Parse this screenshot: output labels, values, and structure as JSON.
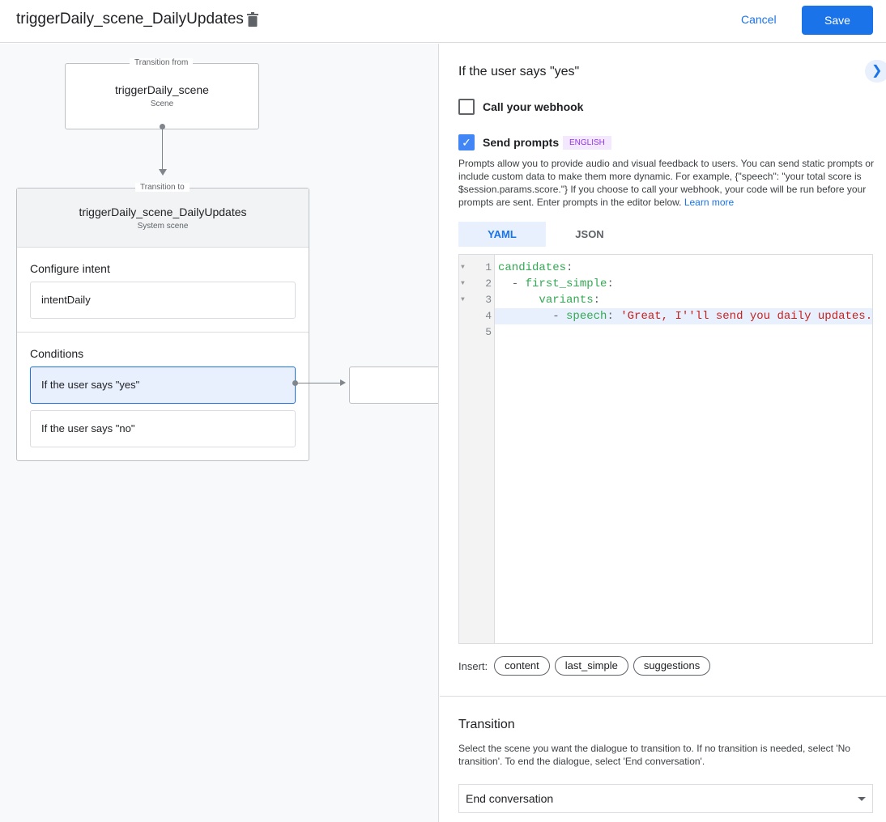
{
  "header": {
    "title": "triggerDaily_scene_DailyUpdates",
    "cancel": "Cancel",
    "save": "Save"
  },
  "graph": {
    "from_label": "Transition from",
    "from_name": "triggerDaily_scene",
    "from_type": "Scene",
    "to_label": "Transition to",
    "to_name": "triggerDaily_scene_DailyUpdates",
    "to_type": "System scene",
    "intent_heading": "Configure intent",
    "intent": "intentDaily",
    "conditions_heading": "Conditions",
    "conditions": [
      "If the user says \"yes\"",
      "If the user says \"no\""
    ]
  },
  "panel": {
    "title": "If the user says \"yes\"",
    "webhook_label": "Call your webhook",
    "webhook_checked": false,
    "prompts_label": "Send prompts",
    "prompts_checked": true,
    "lang_badge": "ENGLISH",
    "description": "Prompts allow you to provide audio and visual feedback to users. You can send static prompts or include custom data to make them more dynamic. For example, {\"speech\": \"your total score is $session.params.score.\"} If you choose to call your webhook, your code will be run before your prompts are sent. Enter prompts in the editor below.",
    "learn_more": "Learn more",
    "tabs": [
      "YAML",
      "JSON"
    ],
    "active_tab": "YAML",
    "code": [
      {
        "n": "1",
        "indent": "",
        "key": "candidates",
        "sep": ":",
        "val": ""
      },
      {
        "n": "2",
        "indent": "  - ",
        "key": "first_simple",
        "sep": ":",
        "val": ""
      },
      {
        "n": "3",
        "indent": "      ",
        "key": "variants",
        "sep": ":",
        "val": ""
      },
      {
        "n": "4",
        "indent": "        - ",
        "key": "speech",
        "sep": ": ",
        "val": "'Great, I''ll send you daily updates."
      },
      {
        "n": "5",
        "indent": "",
        "key": "",
        "sep": "",
        "val": ""
      }
    ],
    "insert_label": "Insert:",
    "insert_chips": [
      "content",
      "last_simple",
      "suggestions"
    ],
    "transition_title": "Transition",
    "transition_desc": "Select the scene you want the dialogue to transition to. If no transition is needed, select 'No transition'. To end the dialogue, select 'End conversation'.",
    "transition_value": "End conversation"
  },
  "colors": {
    "accent": "#1a73e8",
    "key": "#34a853",
    "string": "#c5221f"
  }
}
